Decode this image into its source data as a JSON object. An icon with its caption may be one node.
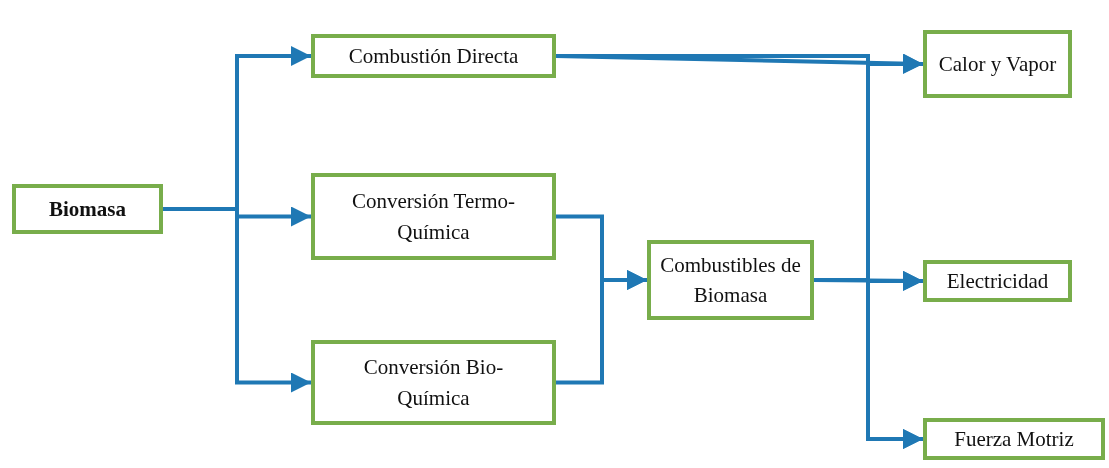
{
  "diagram": {
    "nodes": [
      {
        "text": [
          "Biomasa"
        ]
      },
      {
        "text": [
          "Combustión Directa"
        ]
      },
      {
        "text": [
          "Conversión Termo-Química"
        ]
      },
      {
        "text": [
          "Conversión Bio-Química"
        ]
      },
      {
        "text": [
          "Combustibles de Biomasa"
        ]
      },
      {
        "text": [
          "Calor y Vapor"
        ]
      },
      {
        "text": [
          "Electricidad"
        ]
      },
      {
        "text": [
          "Fuerza Motriz"
        ]
      }
    ],
    "edges": [
      {
        "from": 0,
        "to": 1,
        "arrow": "to"
      },
      {
        "from": 0,
        "to": 2,
        "arrow": "to"
      },
      {
        "from": 0,
        "to": 3,
        "arrow": "to"
      },
      {
        "from": 2,
        "to": 4,
        "arrow": "to"
      },
      {
        "from": 3,
        "to": 4,
        "arrow": "to"
      },
      {
        "from": 1,
        "to": 5,
        "arrow": "to"
      },
      {
        "from": 1,
        "to": 6,
        "arrow": "to"
      },
      {
        "from": 1,
        "to": 7,
        "arrow": "to"
      },
      {
        "from": 4,
        "to": 5,
        "arrow": "to"
      },
      {
        "from": 4,
        "to": 6,
        "arrow": "to"
      },
      {
        "from": 4,
        "to": 7,
        "arrow": "to"
      }
    ]
  }
}
